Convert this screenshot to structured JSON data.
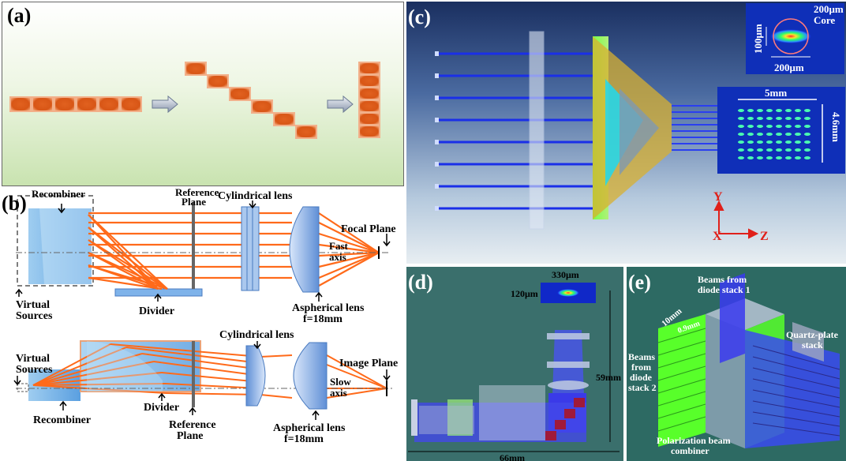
{
  "panels": {
    "a": {
      "label": "(a)"
    },
    "b": {
      "label": "(b)",
      "fast_view": {
        "recombiner": "Recombiner",
        "reference_plane_1": "Reference",
        "reference_plane_2": "Plane",
        "cylindrical_lens": "Cylindrical lens",
        "focal_plane": "Focal Plane",
        "fast_axis_1": "Fast",
        "fast_axis_2": "axis",
        "virtual_sources_1": "Virtual",
        "virtual_sources_2": "Sources",
        "divider": "Divider",
        "aspherical_lens": "Aspherical lens",
        "focal_length": "f=18mm"
      },
      "slow_view": {
        "virtual_sources_1": "Virtual",
        "virtual_sources_2": "Sources",
        "cylindrical_lens": "Cylindrical lens",
        "image_plane": "Image Plane",
        "slow_axis_1": "Slow",
        "slow_axis_2": "axis",
        "divider": "Divider",
        "recombiner": "Recombiner",
        "reference_plane_1": "Reference",
        "reference_plane_2": "Plane",
        "aspherical_lens": "Aspherical lens",
        "focal_length": "f=18mm"
      }
    },
    "c": {
      "label": "(c)",
      "inset_top": {
        "core_size": "200μm",
        "core_label": "Core",
        "height": "100μm",
        "width": "200μm"
      },
      "inset_bottom": {
        "width": "5mm",
        "height": "4.6mm"
      },
      "axes": {
        "y": "Y",
        "x": "X",
        "z": "Z"
      }
    },
    "d": {
      "label": "(d)",
      "spot_width": "330μm",
      "spot_height": "120μm",
      "height": "59mm",
      "width": "66mm"
    },
    "e": {
      "label": "(e)",
      "beams_stack1_1": "Beams from",
      "beams_stack1_2": "diode stack 1",
      "quartz_1": "Quartz-plate",
      "quartz_2": "stack",
      "beams_stack2_1": "Beams",
      "beams_stack2_2": "from",
      "beams_stack2_3": "diode",
      "beams_stack2_4": "stack 2",
      "dim_10mm": "10mm",
      "dim_09mm": "0.9mm",
      "pbc_1": "Polarization beam",
      "pbc_2": "combiner"
    }
  },
  "colors": {
    "beam_orange": "#ff6a1a",
    "lens_blue": "#7aa6e0",
    "beam_blue": "#2a3ff0",
    "panel_c_bg": "#1f3a68",
    "panel_de_bg": "#2d6a63",
    "green_stack": "#55ff2a"
  }
}
